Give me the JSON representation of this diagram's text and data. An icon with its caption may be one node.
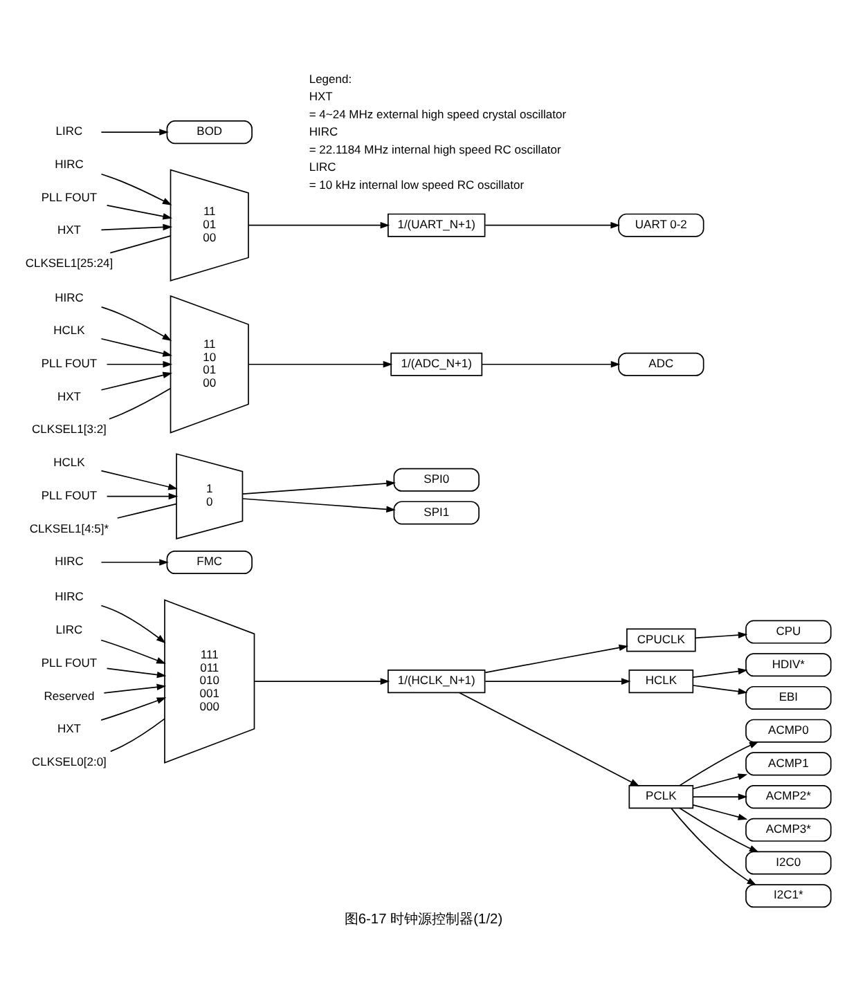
{
  "diagram": {
    "caption": "图6-17 时钟源控制器(1/2)",
    "nodes": [
      {
        "text": [
          "HIRC"
        ]
      },
      {
        "text": [
          "LIRC"
        ]
      },
      {
        "text": [
          "PLL FOUT"
        ]
      },
      {
        "text": [
          "Reserved"
        ]
      },
      {
        "text": [
          "HXT"
        ]
      },
      {
        "text": [
          "111",
          "011",
          "010",
          "001",
          "000"
        ]
      },
      {
        "text": [
          "CLKSEL0[2:0]"
        ]
      },
      {
        "text": [
          "1/(HCLK_N+1)"
        ]
      },
      {
        "text": [
          "CPUCLK"
        ]
      },
      {
        "text": [
          "HCLK"
        ]
      },
      {
        "text": [
          "PCLK"
        ]
      },
      {
        "text": [
          "CPU"
        ]
      },
      {
        "text": [
          "HDIV*"
        ]
      },
      {
        "text": [
          "EBI"
        ]
      },
      {
        "text": [
          "ACMP0"
        ]
      },
      {
        "text": [
          "ACMP1"
        ]
      },
      {
        "text": [
          "ACMP2*"
        ]
      },
      {
        "text": [
          "ACMP3*"
        ]
      },
      {
        "text": [
          "I2C0"
        ]
      },
      {
        "text": [
          "I2C1*"
        ]
      },
      {
        "text": [
          "HIRC"
        ]
      },
      {
        "text": [
          "FMC"
        ]
      },
      {
        "text": [
          "HCLK"
        ]
      },
      {
        "text": [
          "PLL FOUT"
        ]
      },
      {
        "text": [
          "1",
          "0"
        ]
      },
      {
        "text": [
          "CLKSEL1[4:5]*"
        ]
      },
      {
        "text": [
          "SPI0"
        ]
      },
      {
        "text": [
          "SPI1"
        ]
      },
      {
        "text": [
          "HIRC"
        ]
      },
      {
        "text": [
          "HCLK"
        ]
      },
      {
        "text": [
          "PLL FOUT"
        ]
      },
      {
        "text": [
          "HXT"
        ]
      },
      {
        "text": [
          "11",
          "10",
          "01",
          "00"
        ]
      },
      {
        "text": [
          "CLKSEL1[3:2]"
        ]
      },
      {
        "text": [
          "1/(ADC_N+1)"
        ]
      },
      {
        "text": [
          "ADC"
        ]
      },
      {
        "text": [
          "HIRC"
        ]
      },
      {
        "text": [
          "PLL FOUT"
        ]
      },
      {
        "text": [
          "HXT"
        ]
      },
      {
        "text": [
          "11",
          "01",
          "00"
        ]
      },
      {
        "text": [
          "CLKSEL1[25:24]"
        ]
      },
      {
        "text": [
          "1/(UART_N+1)"
        ]
      },
      {
        "text": [
          "UART 0-2"
        ]
      },
      {
        "text": [
          "LIRC"
        ]
      },
      {
        "text": [
          "BOD"
        ]
      }
    ],
    "edges": [
      {
        "from": 0,
        "to": 5,
        "arrow": "to"
      },
      {
        "from": 1,
        "to": 5,
        "arrow": "to"
      },
      {
        "from": 2,
        "to": 5,
        "arrow": "to"
      },
      {
        "from": 3,
        "to": 5,
        "arrow": "to"
      },
      {
        "from": 4,
        "to": 5,
        "arrow": "to"
      },
      {
        "from": 6,
        "to": 5,
        "arrow": "none"
      },
      {
        "from": 5,
        "to": 7,
        "arrow": "to"
      },
      {
        "from": 7,
        "to": 8,
        "arrow": "to"
      },
      {
        "from": 7,
        "to": 9,
        "arrow": "to"
      },
      {
        "from": 7,
        "to": 10,
        "arrow": "to"
      },
      {
        "from": 8,
        "to": 11,
        "arrow": "to"
      },
      {
        "from": 9,
        "to": 12,
        "arrow": "to"
      },
      {
        "from": 9,
        "to": 13,
        "arrow": "to"
      },
      {
        "from": 10,
        "to": 14,
        "arrow": "to"
      },
      {
        "from": 10,
        "to": 15,
        "arrow": "to"
      },
      {
        "from": 10,
        "to": 16,
        "arrow": "to"
      },
      {
        "from": 10,
        "to": 17,
        "arrow": "to"
      },
      {
        "from": 10,
        "to": 18,
        "arrow": "to"
      },
      {
        "from": 10,
        "to": 19,
        "arrow": "to"
      },
      {
        "from": 20,
        "to": 21,
        "arrow": "to"
      },
      {
        "from": 22,
        "to": 24,
        "arrow": "to"
      },
      {
        "from": 23,
        "to": 24,
        "arrow": "to"
      },
      {
        "from": 25,
        "to": 24,
        "arrow": "none"
      },
      {
        "from": 24,
        "to": 26,
        "arrow": "to"
      },
      {
        "from": 24,
        "to": 27,
        "arrow": "to"
      },
      {
        "from": 28,
        "to": 32,
        "arrow": "to"
      },
      {
        "from": 29,
        "to": 32,
        "arrow": "to"
      },
      {
        "from": 30,
        "to": 32,
        "arrow": "to"
      },
      {
        "from": 31,
        "to": 32,
        "arrow": "to"
      },
      {
        "from": 33,
        "to": 32,
        "arrow": "none"
      },
      {
        "from": 32,
        "to": 34,
        "arrow": "to"
      },
      {
        "from": 34,
        "to": 35,
        "arrow": "to"
      },
      {
        "from": 36,
        "to": 39,
        "arrow": "to"
      },
      {
        "from": 37,
        "to": 39,
        "arrow": "to"
      },
      {
        "from": 38,
        "to": 39,
        "arrow": "to"
      },
      {
        "from": 40,
        "to": 39,
        "arrow": "none"
      },
      {
        "from": 39,
        "to": 41,
        "arrow": "to"
      },
      {
        "from": 41,
        "to": 42,
        "arrow": "to"
      },
      {
        "from": 43,
        "to": 44,
        "arrow": "to"
      }
    ],
    "labels": [
      "Legend:",
      "HXT",
      "= 4~24 MHz external high speed crystal oscillator",
      "HIRC",
      "= 22.1184 MHz internal high speed RC oscillator",
      "LIRC",
      "= 10 kHz internal low speed RC oscillator"
    ]
  }
}
